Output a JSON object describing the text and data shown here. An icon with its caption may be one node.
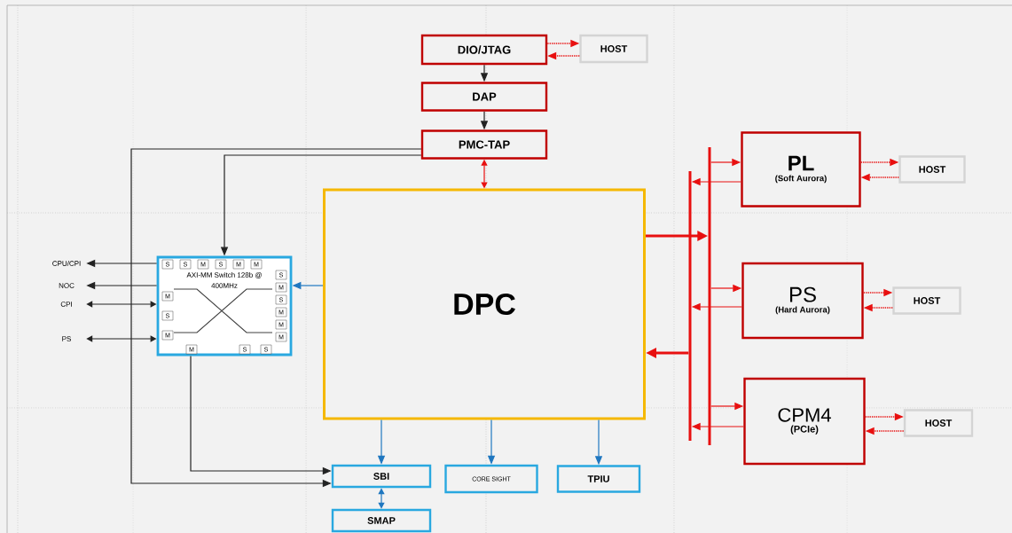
{
  "diagram": {
    "nodes": [
      {
        "text": [
          "DIO/JTAG"
        ]
      },
      {
        "text": [
          "HOST"
        ]
      },
      {
        "text": [
          "DAP"
        ]
      },
      {
        "text": [
          "PMC-TAP"
        ]
      },
      {
        "text": [
          "DPC"
        ]
      },
      {
        "text": [
          "AXI-MM Switch 128b @ 400MHz"
        ]
      },
      {
        "text": [
          "PL",
          "(Soft Aurora)"
        ]
      },
      {
        "text": [
          "HOST"
        ]
      },
      {
        "text": [
          "PS",
          "(Hard Aurora)"
        ]
      },
      {
        "text": [
          "HOST"
        ]
      },
      {
        "text": [
          "CPM4",
          "(PCIe)"
        ]
      },
      {
        "text": [
          "HOST"
        ]
      },
      {
        "text": [
          "SBI"
        ]
      },
      {
        "text": [
          "CORE SIGHT"
        ]
      },
      {
        "text": [
          "TPIU"
        ]
      },
      {
        "text": [
          "SMAP"
        ]
      },
      {
        "text": [
          "CPU/CPI"
        ]
      },
      {
        "text": [
          "NOC"
        ]
      },
      {
        "text": [
          "CPI"
        ]
      },
      {
        "text": [
          "PS"
        ]
      },
      {
        "text": [],
        "shape": "bar"
      },
      {
        "text": [],
        "shape": "bar"
      }
    ],
    "edges": [
      {
        "from": 0,
        "to": 1,
        "arrow": "to",
        "style": "dashed"
      },
      {
        "from": 1,
        "to": 0,
        "arrow": "to",
        "style": "dashed"
      },
      {
        "from": 0,
        "to": 2,
        "arrow": "to",
        "color": "#222222"
      },
      {
        "from": 2,
        "to": 3,
        "arrow": "to",
        "color": "#222222"
      },
      {
        "from": 3,
        "to": 4,
        "arrow": "both"
      },
      {
        "from": 3,
        "to": 5,
        "arrow": "to",
        "color": "#222222"
      },
      {
        "from": 3,
        "to": 12,
        "arrow": "to",
        "color": "#222222"
      },
      {
        "from": 5,
        "to": 12,
        "arrow": "to",
        "color": "#222222"
      },
      {
        "from": 4,
        "to": 5,
        "arrow": "to",
        "color": "#1f77c0"
      },
      {
        "from": 5,
        "to": 16,
        "arrow": "to",
        "color": "#222222"
      },
      {
        "from": 5,
        "to": 17,
        "arrow": "to",
        "color": "#222222"
      },
      {
        "from": 5,
        "to": 18,
        "arrow": "both",
        "color": "#222222"
      },
      {
        "from": 5,
        "to": 19,
        "arrow": "both",
        "color": "#222222"
      },
      {
        "from": 4,
        "to": 21,
        "arrow": "to",
        "style": "thick"
      },
      {
        "from": 21,
        "to": 6,
        "arrow": "to"
      },
      {
        "from": 21,
        "to": 8,
        "arrow": "to"
      },
      {
        "from": 21,
        "to": 10,
        "arrow": "to"
      },
      {
        "from": 6,
        "to": 20,
        "arrow": "to"
      },
      {
        "from": 8,
        "to": 20,
        "arrow": "to"
      },
      {
        "from": 10,
        "to": 20,
        "arrow": "to"
      },
      {
        "from": 20,
        "to": 4,
        "arrow": "to",
        "style": "thick"
      },
      {
        "from": 6,
        "to": 7,
        "arrow": "to",
        "style": "dashed"
      },
      {
        "from": 7,
        "to": 6,
        "arrow": "to",
        "style": "dashed"
      },
      {
        "from": 8,
        "to": 9,
        "arrow": "to",
        "style": "dashed"
      },
      {
        "from": 9,
        "to": 8,
        "arrow": "to",
        "style": "dashed"
      },
      {
        "from": 10,
        "to": 11,
        "arrow": "to",
        "style": "dashed"
      },
      {
        "from": 11,
        "to": 10,
        "arrow": "to",
        "style": "dashed"
      },
      {
        "from": 4,
        "to": 12,
        "arrow": "to",
        "color": "#1f77c0"
      },
      {
        "from": 4,
        "to": 13,
        "arrow": "to",
        "color": "#1f77c0"
      },
      {
        "from": 4,
        "to": 14,
        "arrow": "to",
        "color": "#1f77c0"
      },
      {
        "from": 12,
        "to": 15,
        "arrow": "both",
        "color": "#1f77c0"
      }
    ],
    "labels": [
      "S",
      "S",
      "M",
      "S",
      "M",
      "M",
      "S",
      "M",
      "S",
      "M",
      "M",
      "M",
      "M",
      "S",
      "M",
      "M",
      "S",
      "S"
    ]
  }
}
